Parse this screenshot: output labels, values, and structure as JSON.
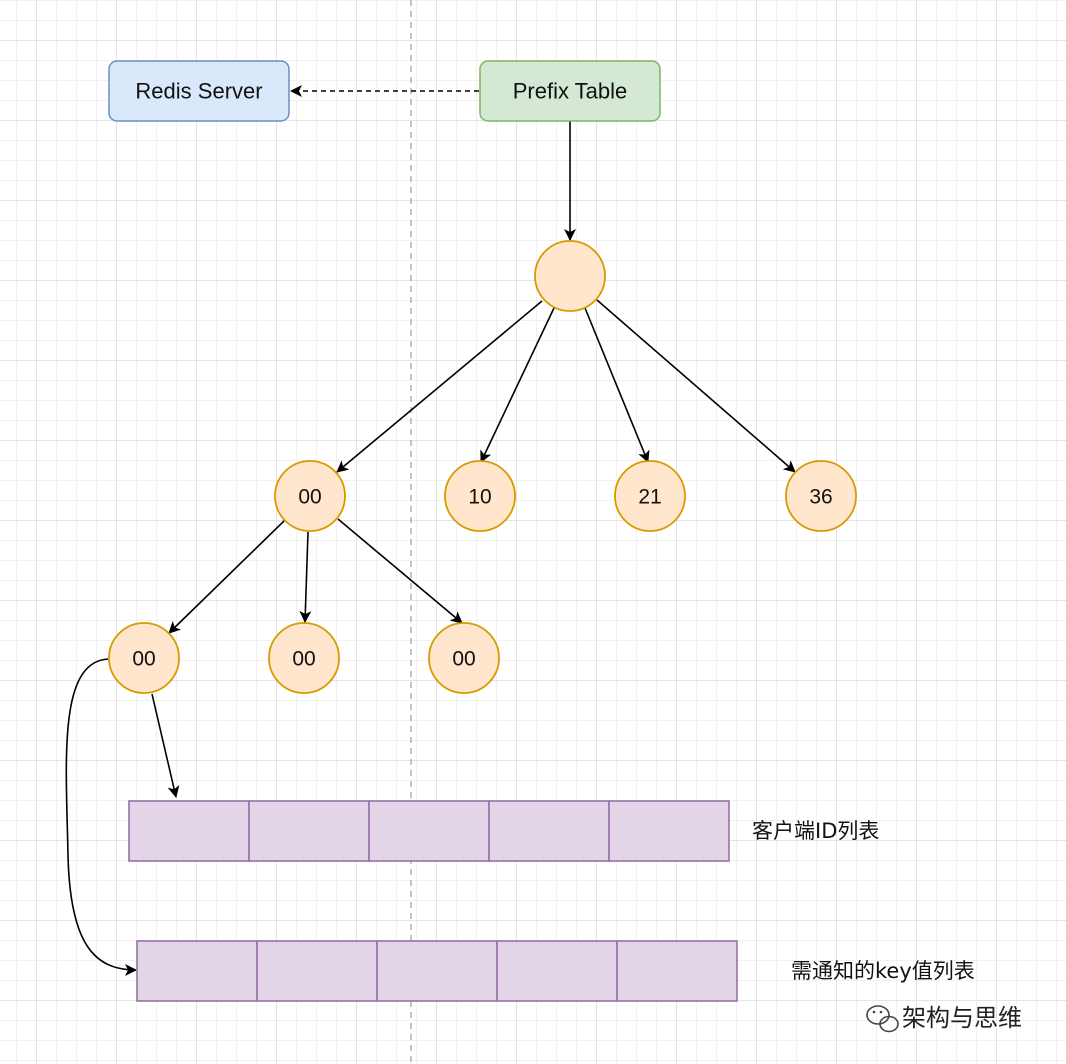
{
  "nodes": {
    "redis_server": {
      "label": "Redis Server"
    },
    "prefix_table": {
      "label": "Prefix Table"
    },
    "root": {
      "label": ""
    },
    "level1": [
      "00",
      "10",
      "21",
      "36"
    ],
    "level2": [
      "00",
      "00",
      "00"
    ]
  },
  "lists": {
    "client_ids": {
      "label": "客户端ID列表",
      "cells": 5
    },
    "keys_to_notify": {
      "label": "需通知的key值列表",
      "cells": 5
    }
  },
  "watermark": {
    "text": "架构与思维",
    "icon": "wechat-icon"
  },
  "colors": {
    "redis_fill": "#dae8fc",
    "redis_stroke": "#6c8ebf",
    "prefix_fill": "#d5e8d4",
    "prefix_stroke": "#82b366",
    "node_fill": "#ffe6cc",
    "node_stroke": "#d79b00",
    "list_fill": "#e1d5e7",
    "list_stroke": "#9673a6"
  }
}
